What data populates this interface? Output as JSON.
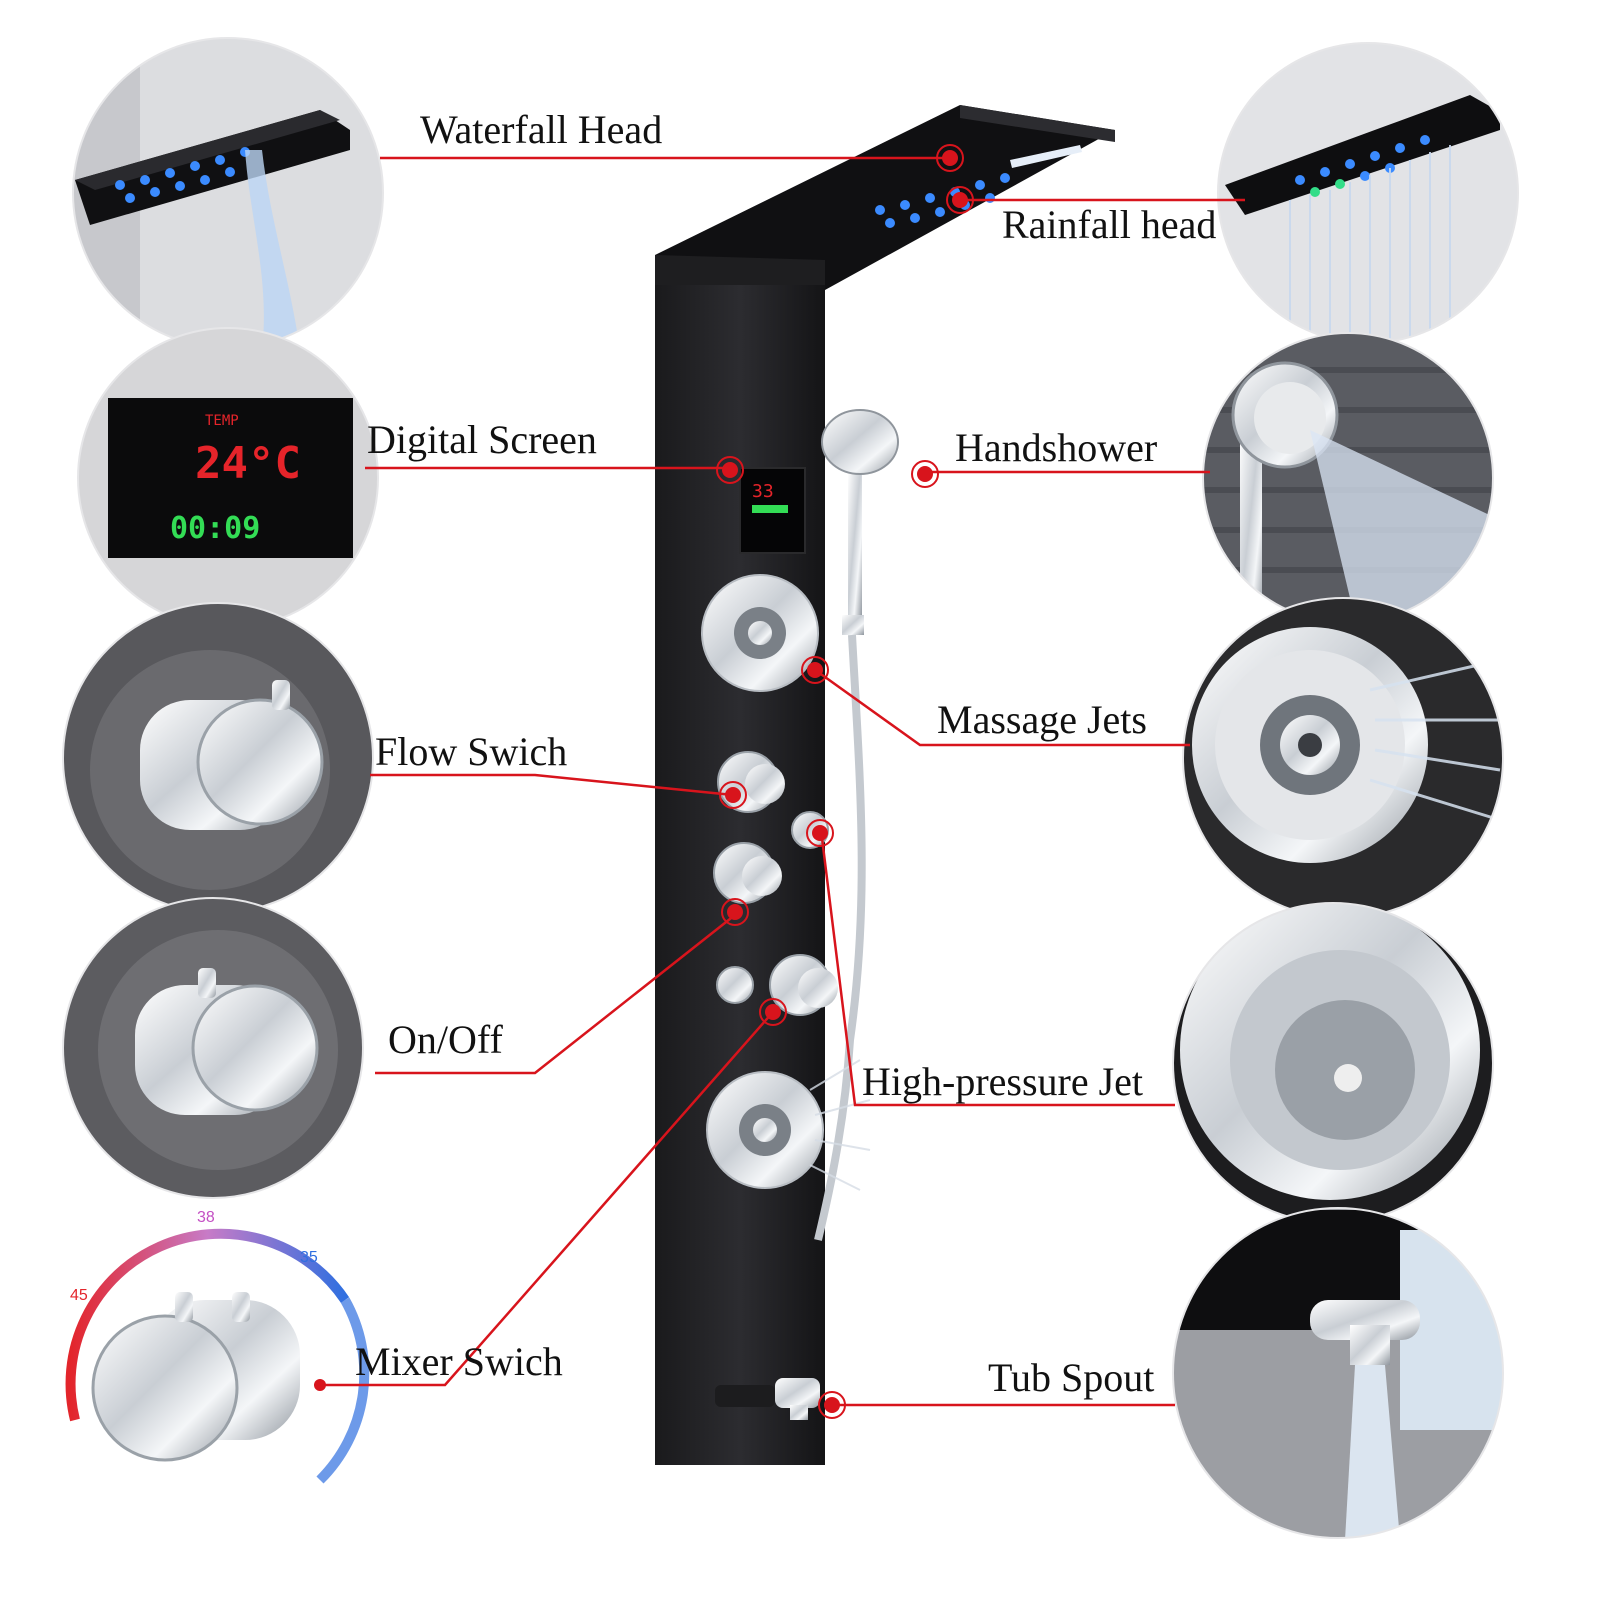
{
  "labels": {
    "waterfall_head": "Waterfall Head",
    "rainfall_head": "Rainfall head",
    "digital_screen": "Digital Screen",
    "handshower": "Handshower",
    "flow_switch": "Flow Swich",
    "massage_jets": "Massage Jets",
    "on_off": "On/Off",
    "high_pressure_jet": "High-pressure Jet",
    "mixer_switch": "Mixer Swich",
    "tub_spout": "Tub Spout"
  },
  "screen": {
    "temp_label": "TEMP",
    "temperature": "24°C",
    "timer": "00:09",
    "panel_temp": "33"
  },
  "thermostat": {
    "scale_low": "35",
    "scale_mid": "38",
    "scale_high": "45"
  },
  "colors": {
    "accent_red": "#d8141c",
    "panel_black": "#1c1c1e",
    "led_blue": "#2f7df6",
    "led_green": "#33dd55",
    "chrome": "#d9dde2"
  }
}
